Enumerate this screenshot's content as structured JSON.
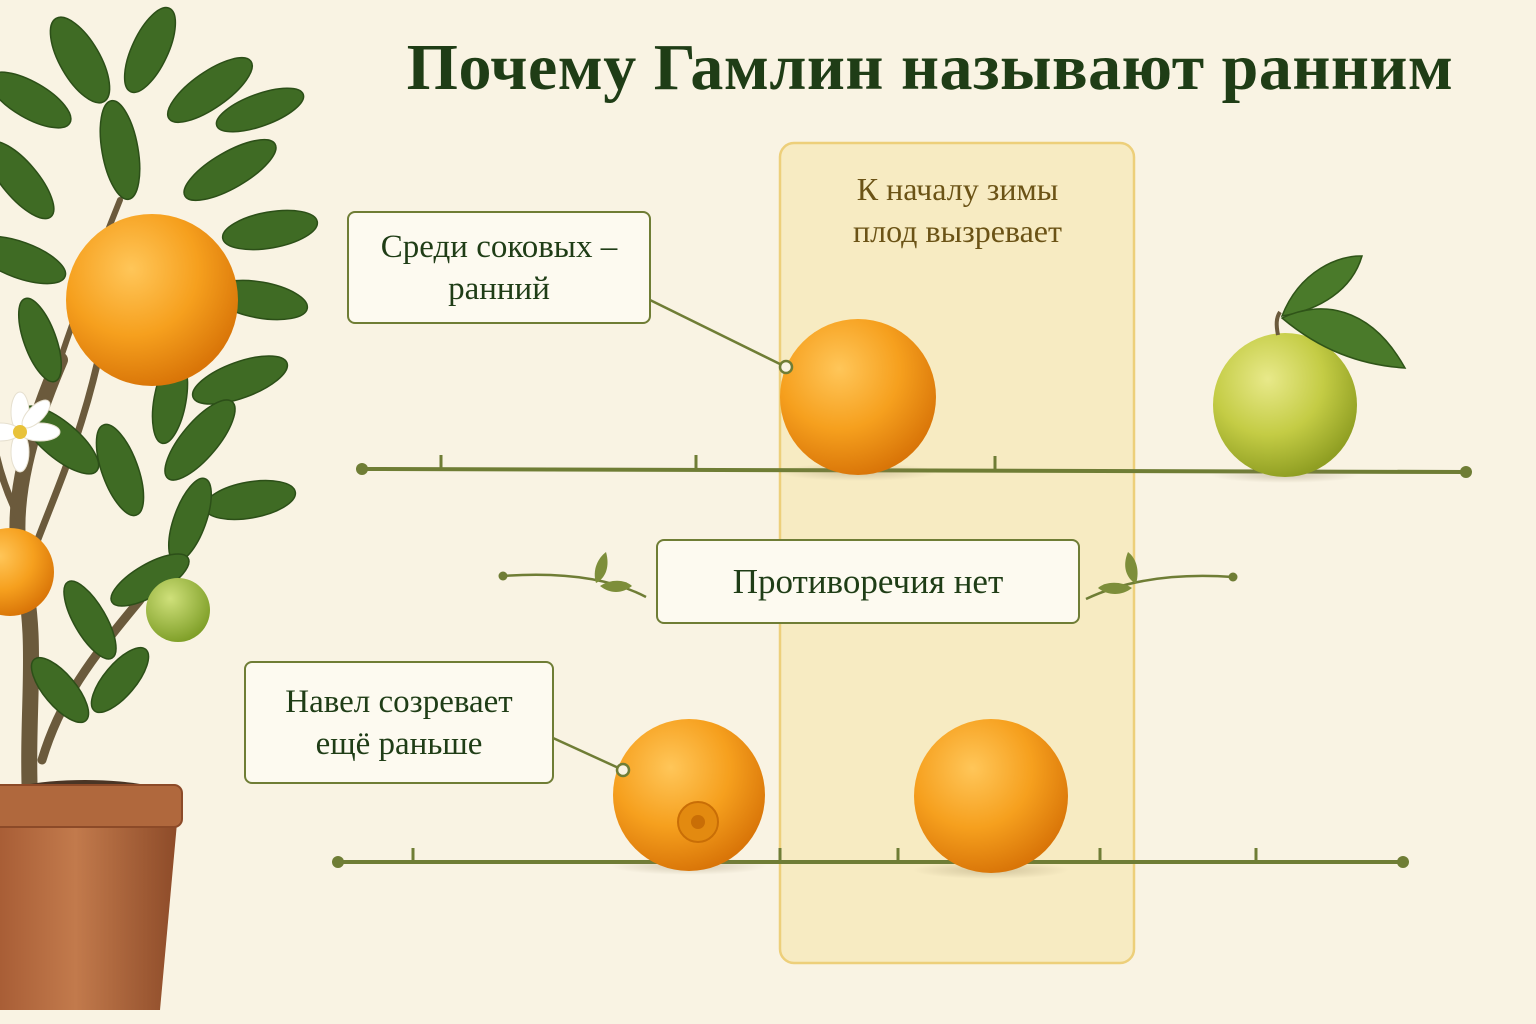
{
  "title": "Почему Гамлин называют ранним",
  "band_label": [
    "К началу зимы",
    "плод вызревает"
  ],
  "callout_top": [
    "Среди соковых –",
    "ранний"
  ],
  "callout_center": "Противоречия нет",
  "callout_bottom": [
    "Навел созревает",
    "ещё раньше"
  ],
  "colors": {
    "background": "#f9f3e3",
    "title": "#1f3d16",
    "timeline": "#6f7d35",
    "band_fill": "#f6e3a8",
    "band_border": "#edcf7a",
    "orange": "#f29a1a",
    "green_fruit": "#bcc63a"
  },
  "icons": [
    "orange-tree-icon",
    "orange-icon",
    "green-orange-icon",
    "navel-orange-icon",
    "leaf-sprig-icon"
  ]
}
